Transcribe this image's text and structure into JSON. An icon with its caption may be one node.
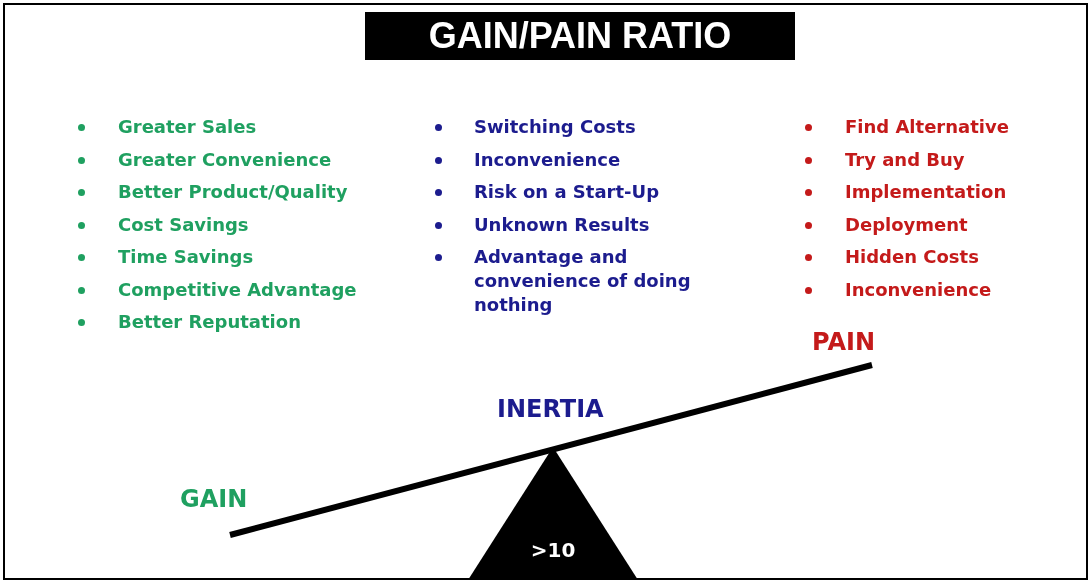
{
  "diagram": {
    "title": "GAIN/PAIN RATIO",
    "nodes": [
      {
        "text": [
          ">10"
        ]
      }
    ],
    "edges": [],
    "labels": [
      "Greater Sales",
      "Greater Convenience",
      "Better Product/Quality",
      "Cost Savings",
      "Time Savings",
      "Competitive Advantage",
      "Better Reputation",
      "Switching Costs",
      "Inconvenience",
      "Risk on a Start-Up",
      "Unknown Results",
      "Advantage and convenience of doing nothing",
      "Find Alternative",
      "Try and Buy",
      "Implementation",
      "Deployment",
      "Hidden Costs",
      "Inconvenience",
      "PAIN",
      "INERTIA",
      "GAIN"
    ]
  }
}
